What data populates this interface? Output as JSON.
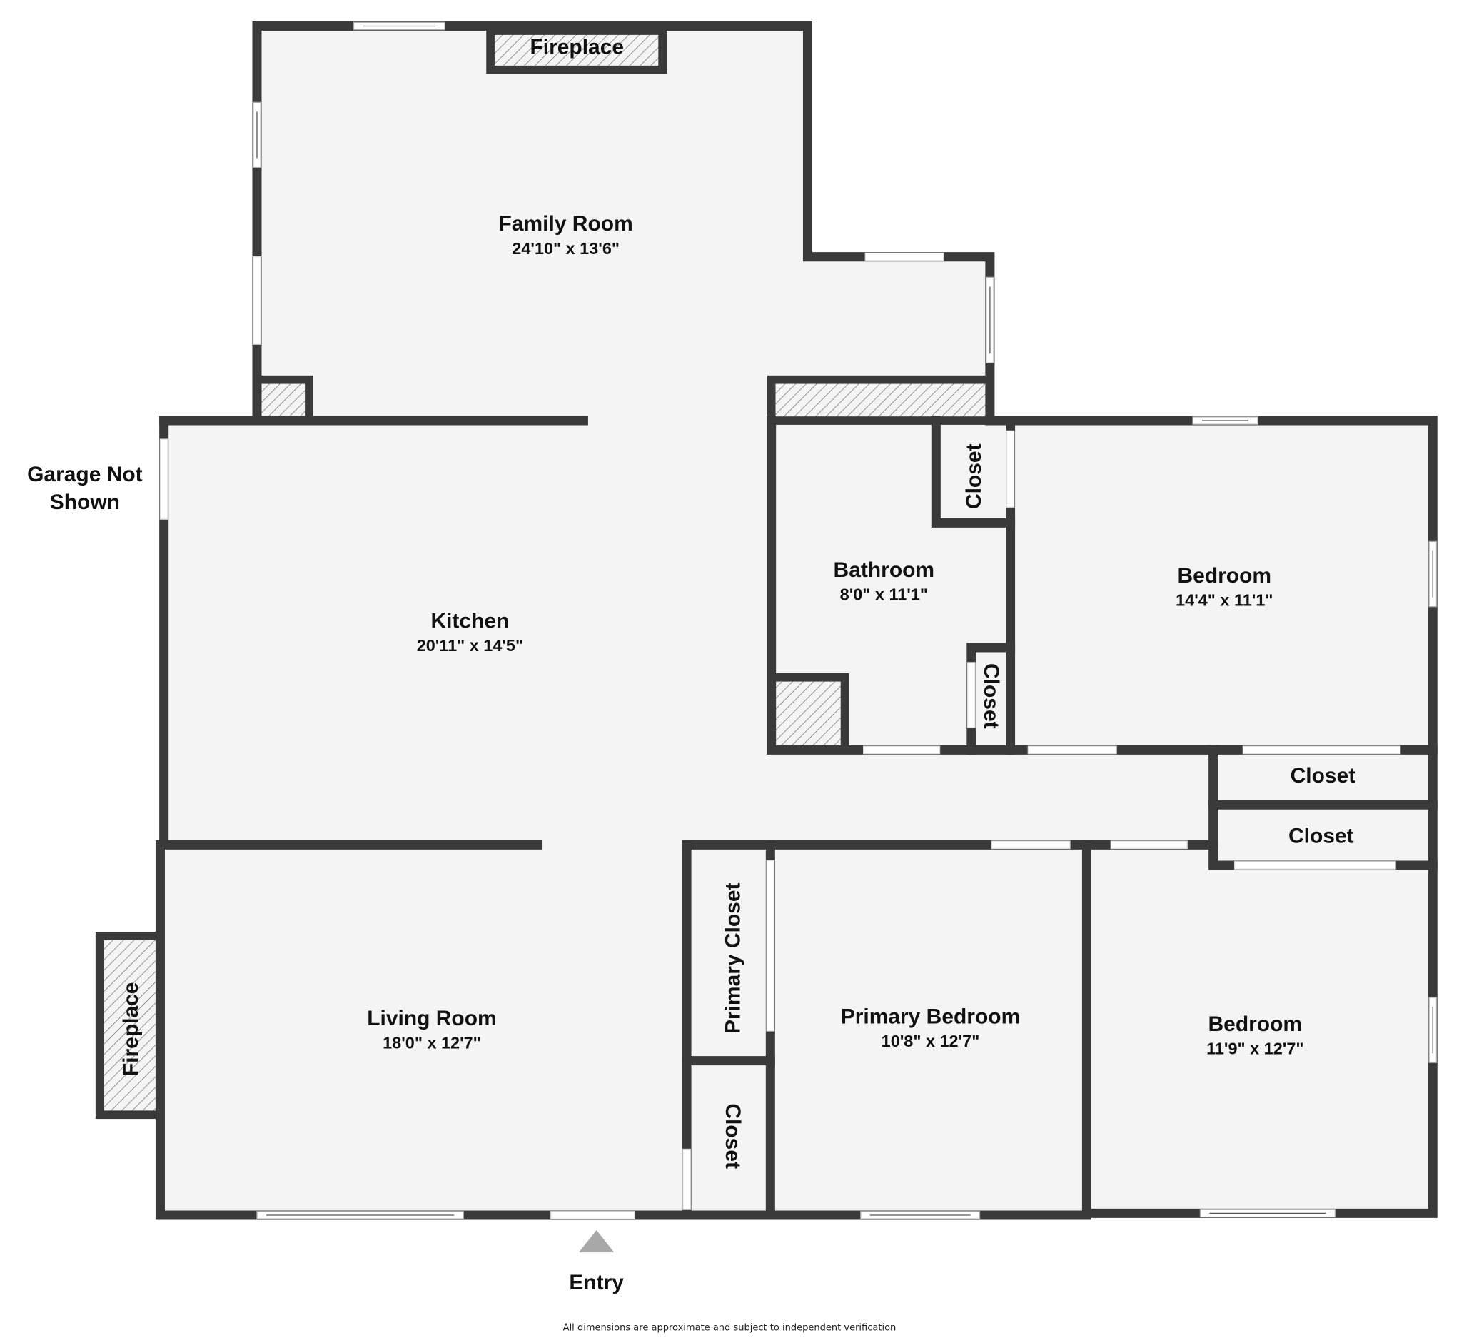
{
  "floorplan": {
    "rooms": [
      {
        "name": "Family Room",
        "dims": "24'10\" x 13'6\""
      },
      {
        "name": "Kitchen",
        "dims": "20'11\" x 14'5\""
      },
      {
        "name": "Living Room",
        "dims": "18'0\" x 12'7\""
      },
      {
        "name": "Bathroom",
        "dims": "8'0\" x 11'1\""
      },
      {
        "name": "Bedroom",
        "dims": "14'4\" x 11'1\""
      },
      {
        "name": "Primary Bedroom",
        "dims": "10'8\" x 12'7\""
      },
      {
        "name": "Bedroom",
        "dims": "11'9\" x 12'7\""
      }
    ],
    "labels": {
      "fireplace_top": "Fireplace",
      "fireplace_left": "Fireplace",
      "closet_bath_top": "Closet",
      "closet_bath_small": "Closet",
      "closet_right_1": "Closet",
      "closet_right_2": "Closet",
      "primary_closet": "Primary Closet",
      "closet_hall": "Closet",
      "garage_line1": "Garage Not",
      "garage_line2": "Shown",
      "entry": "Entry"
    },
    "disclaimer": "All dimensions are approximate and subject to independent verification",
    "colors": {
      "wall": "#3a3a3a",
      "floor": "#f4f4f4",
      "entry_arrow": "#a8a8a8"
    }
  }
}
